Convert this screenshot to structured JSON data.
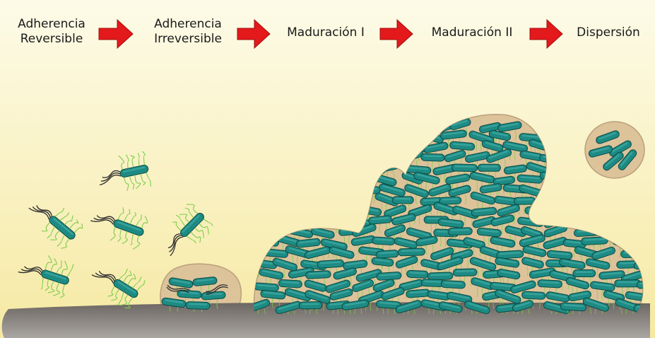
{
  "stages": [
    {
      "lines": [
        "Adherencia",
        "Reversible"
      ]
    },
    {
      "lines": [
        "Adherencia",
        "Irreversible"
      ]
    },
    {
      "lines": [
        "Maduración I"
      ]
    },
    {
      "lines": [
        "Maduración II"
      ]
    },
    {
      "lines": [
        "Dispersión"
      ]
    }
  ],
  "colors": {
    "background_top": "#fdfbe8",
    "background_bottom": "#f6e9a3",
    "arrow": "#e3191b",
    "bacterium_fill": "#1d8b84",
    "bacterium_stroke": "#0b4a46",
    "pili": "#7ccd4b",
    "flagella": "#2b2b2b",
    "matrix_fill": "#dcc39a",
    "matrix_stroke": "#b9a07a",
    "substrate_top": "#6b6661",
    "substrate_bottom": "#aaa6a1"
  }
}
